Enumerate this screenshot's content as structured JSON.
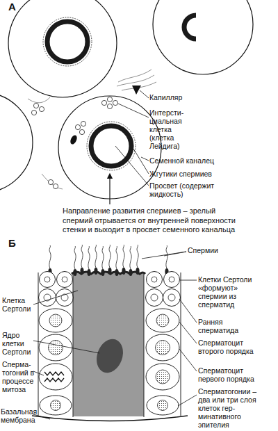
{
  "diagram": {
    "labels": [
      "А",
      "Капилляр",
      "Интерсти- циальная клетка (клетка Лейдига)",
      "Семенной каналец",
      "Жгутики спермиев",
      "Просвет (содержит жидкость)",
      "Направление развития спермиев – зрелый спермий отрывается от внутренней поверхности стенки и выходит в просвет семенного канальца",
      "Б",
      "Спермии",
      "Клетки Сертоли «формуют» спермии из сперматид",
      "Ранняя сперматида",
      "Сперматоцит второго порядка",
      "Сперматоцит первого порядка",
      "Сперматогонии – два или три слоя клеток гер- минативного эпителия",
      "Клетка Сертоли",
      "Ядро клетки Сертоли",
      "Сперма- тогоний в процессе митоза",
      "Базальная мембрана"
    ]
  }
}
